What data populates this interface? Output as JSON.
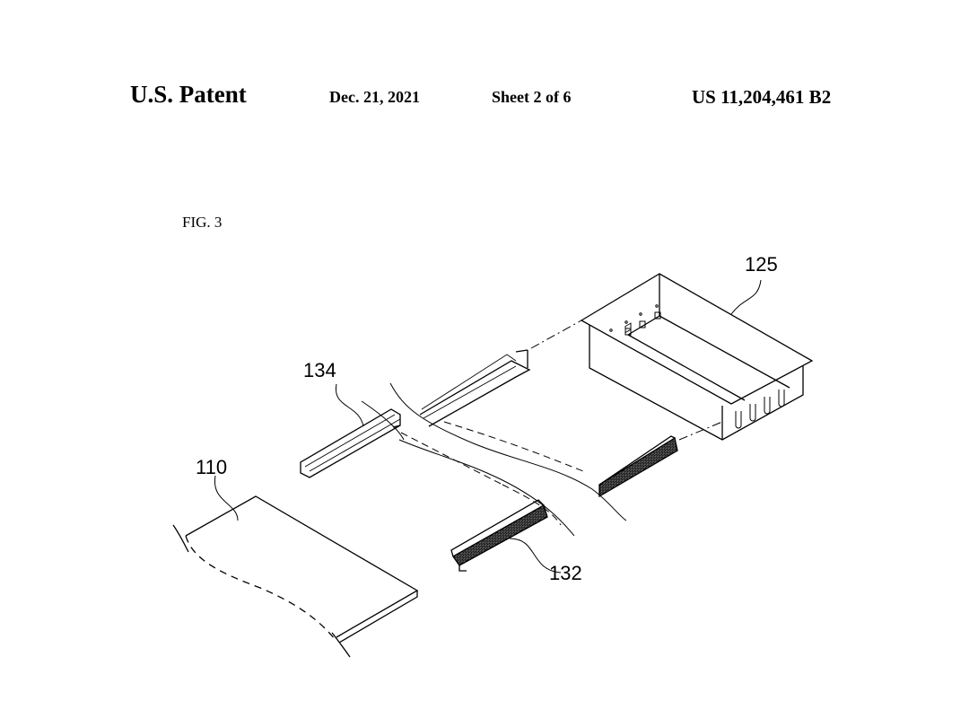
{
  "header": {
    "title": "U.S. Patent",
    "date": "Dec. 21, 2021",
    "sheet": "Sheet 2 of 6",
    "patent_number": "US 11,204,461 B2"
  },
  "figure": {
    "label": "FIG. 3",
    "reference_numerals": {
      "tray": "125",
      "upper_rail": "134",
      "panel": "110",
      "lower_rail": "132"
    }
  }
}
